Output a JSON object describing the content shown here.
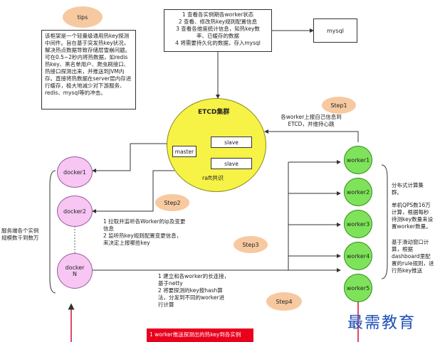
{
  "tips": {
    "label": "tips",
    "text": "该框架是一个轻量级通用热key探测中间件。旨在基于突发热key状况，解决热点数据导致存储层雪崩问题。可在0.5~2秒内将热数据，如redis热key、黑名单用户、爬虫刷接口、热接口探测出来，并推送到JVM内存。直接将热数据在server层内存进行缓存，极大地减少对下游服务、redis、mysql等的冲击。"
  },
  "etcd_info": {
    "lines": [
      "1 查看各实例期各worker状态",
      "2 查看、修改热key规则配置信息",
      "3 查看各维度统计信息，知热key数",
      "率、已缓存的数据",
      "4 将需要持久化的数据，存入mysql"
    ]
  },
  "mysql": {
    "label": "mysql"
  },
  "etcd": {
    "title": "ETCD集群",
    "master": "master",
    "slave1": "slave",
    "slave2": "slave",
    "raft": "raft共识"
  },
  "step1": {
    "label": "Step1",
    "text_lines": [
      "各worker上报自己信息到",
      "ETCD，并维持心跳"
    ]
  },
  "step2": {
    "label": "Step2",
    "text_lines": [
      "1 拉取并监听各Worker的ip及变更",
      "信息",
      "2 监听热key规则配置变更信息，",
      "来决定上报哪些key"
    ]
  },
  "step3": {
    "label": "Step3",
    "text_lines": [
      "1 建立和各worker的长连接，",
      "基于netty",
      "2 将要探测的key按hash算",
      "法，分发到不同的worker进",
      "行计算"
    ]
  },
  "step4": {
    "label": "Step4",
    "red_text": "1 worker推送探测出的热key到各实例"
  },
  "dockers": [
    {
      "label": "docker1"
    },
    {
      "label": "docker2"
    },
    {
      "label": "docker\nN"
    }
  ],
  "docker_side": [
    "服务端各个实例",
    "规模数千到数万"
  ],
  "workers": [
    {
      "label": "worker1"
    },
    {
      "label": "worker2"
    },
    {
      "label": "worker3"
    },
    {
      "label": "worker4"
    },
    {
      "label": "worker5"
    }
  ],
  "worker_notes": {
    "p1": [
      "分布式计算集",
      "群。"
    ],
    "p2": [
      "单机QPS数16万",
      "计算，根据每秒",
      "待测key数量来设",
      "置worker数量。"
    ],
    "p3": [
      "基于滑动窗口计",
      "算，根据",
      "dashboard里配",
      "置的rule规则，进",
      "行热key推送"
    ]
  },
  "watermark": "最需教育"
}
